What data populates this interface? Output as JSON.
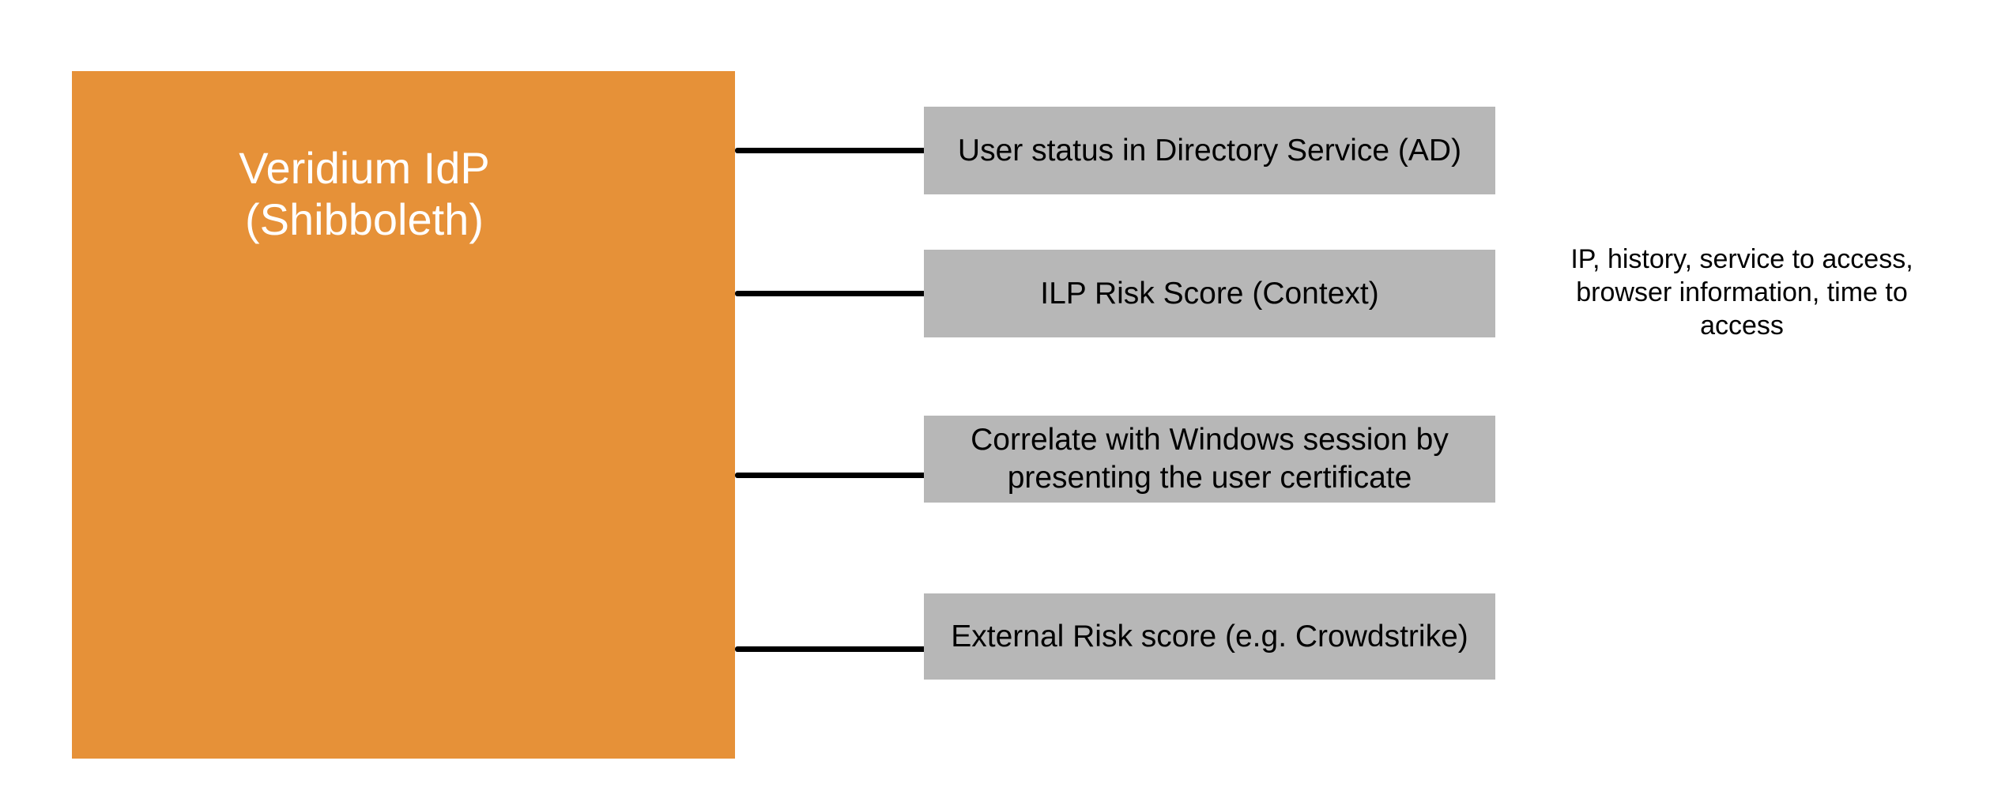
{
  "main_box": {
    "label_lines": [
      "Veridium IdP",
      "(Shibboleth)"
    ]
  },
  "factors": [
    {
      "label": "User status in Directory Service (AD)"
    },
    {
      "label": "ILP Risk Score (Context)"
    },
    {
      "label": "Correlate with Windows session by presenting the user certificate"
    },
    {
      "label": "External Risk score (e.g. Crowdstrike)"
    }
  ],
  "annotation": {
    "lines": [
      "IP, history, service to access,",
      "browser information, time to",
      "access"
    ]
  },
  "colors": {
    "background": "#FFFFFF",
    "main_box_fill": "#E69138",
    "main_box_text": "#FFFFFF",
    "factor_box_fill": "#B7B7B7",
    "factor_box_text": "#000000",
    "connector": "#000000"
  }
}
